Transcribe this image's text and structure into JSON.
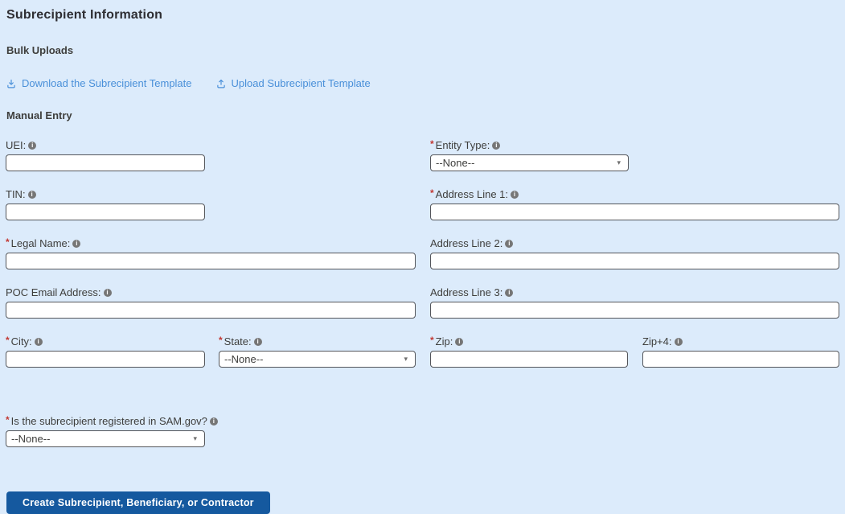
{
  "page": {
    "title": "Subrecipient Information"
  },
  "bulk_uploads": {
    "heading": "Bulk Uploads",
    "download_link": "Download the Subrecipient Template",
    "upload_link": "Upload Subrecipient Template"
  },
  "manual_entry": {
    "heading": "Manual Entry",
    "required_marker": "*",
    "fields": {
      "uei": {
        "label": "UEI:",
        "required": false
      },
      "entity_type": {
        "label": "Entity Type:",
        "required": true,
        "value": "--None--"
      },
      "tin": {
        "label": "TIN:",
        "required": false
      },
      "address_line_1": {
        "label": "Address Line 1:",
        "required": true
      },
      "legal_name": {
        "label": "Legal Name:",
        "required": true
      },
      "address_line_2": {
        "label": "Address Line 2:",
        "required": false
      },
      "poc_email": {
        "label": "POC Email Address:",
        "required": false
      },
      "address_line_3": {
        "label": "Address Line 3:",
        "required": false
      },
      "city": {
        "label": "City:",
        "required": true
      },
      "state": {
        "label": "State:",
        "required": true,
        "value": "--None--"
      },
      "zip": {
        "label": "Zip:",
        "required": true
      },
      "zip_plus_4": {
        "label": "Zip+4:",
        "required": false
      },
      "sam_registered": {
        "label": "Is the subrecipient registered in SAM.gov?",
        "required": true,
        "value": "--None--"
      }
    }
  },
  "button": {
    "label": "Create Subrecipient, Beneficiary, or Contractor"
  },
  "icons": {
    "info": "i",
    "dropdown_arrow": "▾"
  },
  "colors": {
    "background": "#dcebfb",
    "link": "#4a90d9",
    "required_marker": "#c23934",
    "button": "#15599f",
    "input_border": "#54565b"
  }
}
